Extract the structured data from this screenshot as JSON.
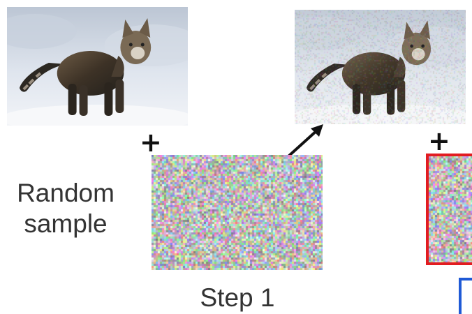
{
  "diagram": {
    "random_sample_label": "Random\nsample",
    "step_label": "Step 1",
    "plus_symbol": "+",
    "colors": {
      "highlight_border": "#e21c21",
      "secondary_border": "#1f5ad6"
    },
    "images": [
      {
        "name": "cat-photo",
        "description_icon": "cat-photo"
      },
      {
        "name": "noised-cat-photo",
        "description_icon": "cat-photo"
      }
    ]
  }
}
